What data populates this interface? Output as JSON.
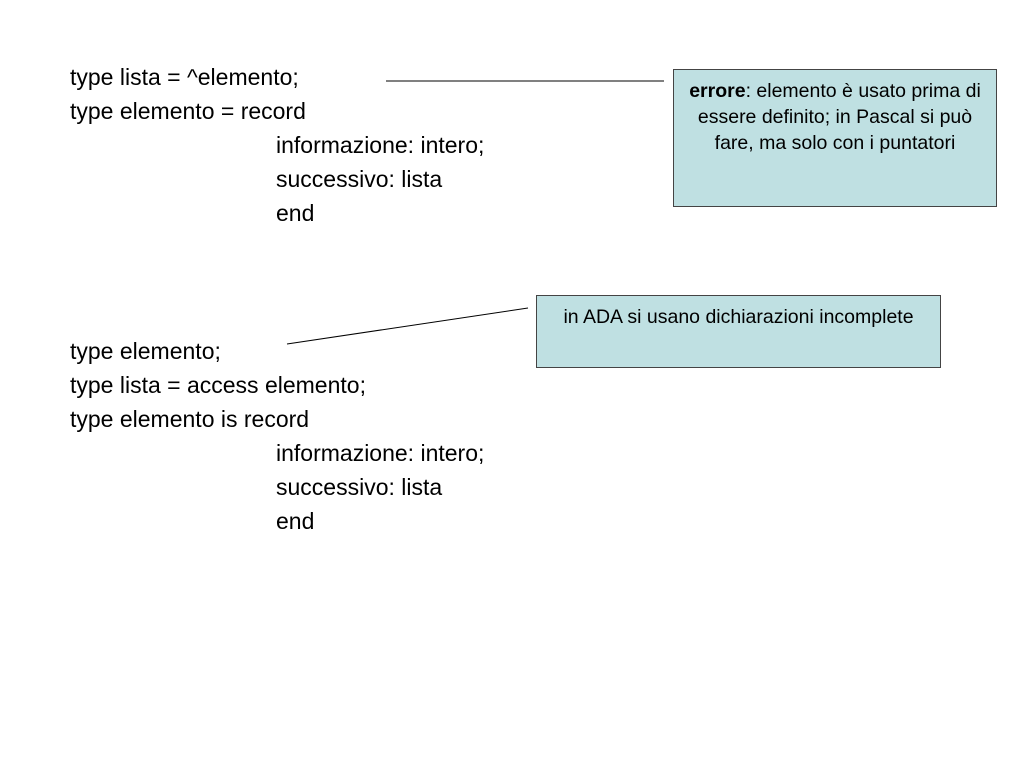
{
  "block1": {
    "lines": [
      "type lista = ^elemento;",
      "type elemento = record",
      "informazione: intero;",
      "successivo: lista",
      "end"
    ]
  },
  "block2": {
    "lines": [
      "type elemento;",
      "type lista = access elemento;",
      "type elemento is record",
      "informazione: intero;",
      "successivo: lista",
      "end"
    ]
  },
  "callout_error": {
    "bold": "errore",
    "text": ": elemento è usato prima di essere definito; in Pascal si può fare, ma solo con i puntatori"
  },
  "callout_ada": {
    "text": "in ADA si usano dichiarazioni incomplete"
  },
  "colors": {
    "callout_fill": "#bfe0e2",
    "callout_border": "#444444",
    "text": "#000000"
  }
}
